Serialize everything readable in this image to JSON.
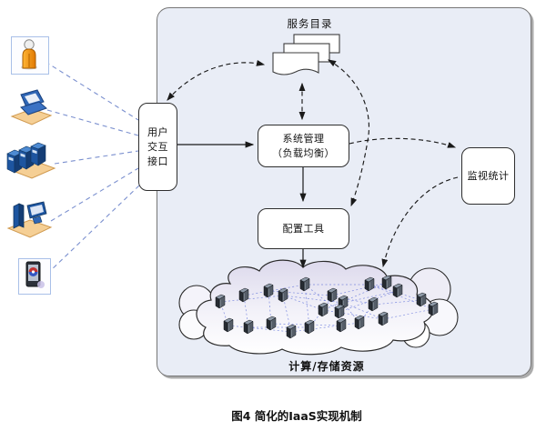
{
  "figure": {
    "caption": "图4 简化的IaaS实现机制"
  },
  "nodes": {
    "service_catalog": {
      "label": "服务目录"
    },
    "user_interface": {
      "lines": [
        "用户",
        "交互",
        "接口"
      ]
    },
    "system_management": {
      "lines": [
        "系统管理",
        "（负载均衡）"
      ]
    },
    "config_tool": {
      "label": "配置工具"
    },
    "monitor_stats": {
      "label": "监视统计"
    },
    "cloud": {
      "label": "计算/存储资源"
    }
  },
  "left_icons": [
    {
      "name": "user-icon"
    },
    {
      "name": "laptop-icon"
    },
    {
      "name": "server-cluster-icon"
    },
    {
      "name": "desktop-computer-icon"
    },
    {
      "name": "mobile-device-icon"
    }
  ],
  "colors": {
    "panel_bg": "#e9edf6",
    "panel_border": "#767676",
    "box_border": "#2e2e2e",
    "arrow_black": "#1a1a1a",
    "icon_link_blue": "#7b90cf",
    "mesh_blue": "#5a6cd8",
    "server_dark": "#30353d",
    "person_orange": "#f29111",
    "device_blue": "#1d55a0",
    "platform_tan": "#f5cf95"
  }
}
